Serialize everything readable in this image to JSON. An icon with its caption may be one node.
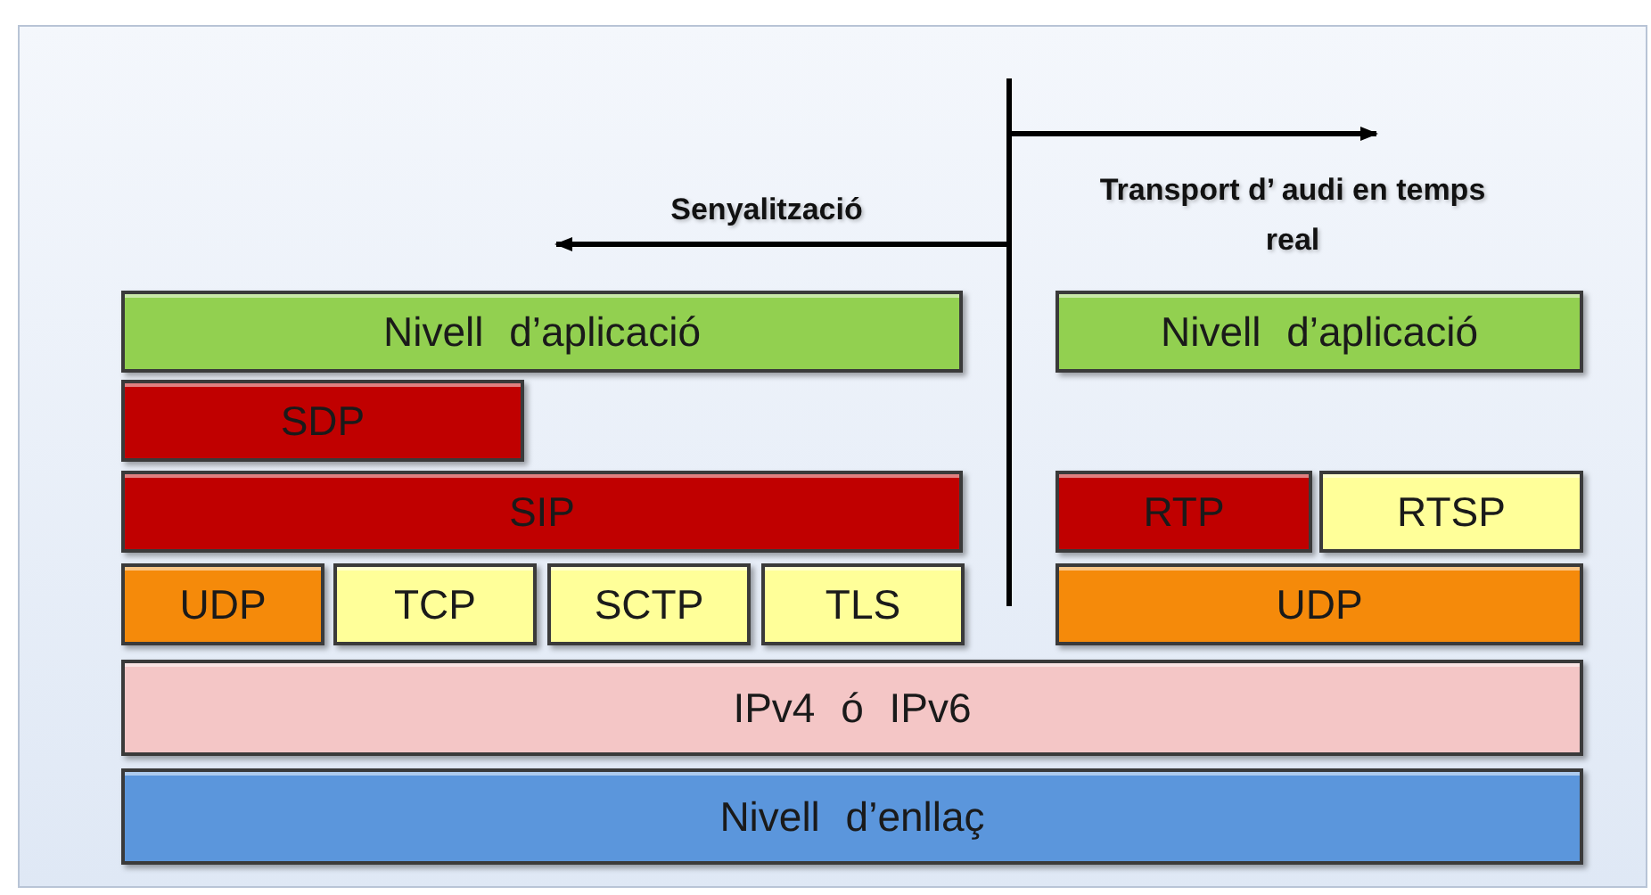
{
  "diagram": {
    "nodes": [
      {
        "text": [
          "Nivell d’aplicació"
        ]
      },
      {
        "text": [
          "Nivell d’aplicació"
        ]
      },
      {
        "text": [
          "SDP"
        ]
      },
      {
        "text": [
          "SIP"
        ]
      },
      {
        "text": [
          "RTP"
        ]
      },
      {
        "text": [
          "RTSP"
        ]
      },
      {
        "text": [
          "UDP"
        ]
      },
      {
        "text": [
          "TCP"
        ]
      },
      {
        "text": [
          "SCTP"
        ]
      },
      {
        "text": [
          "TLS"
        ]
      },
      {
        "text": [
          "UDP"
        ]
      },
      {
        "text": [
          "IPv4 ó IPv6"
        ]
      },
      {
        "text": [
          "Nivell d’enllaç"
        ]
      }
    ],
    "labels": [
      "Senyalització",
      "Transport d’ audi en temps real"
    ]
  }
}
